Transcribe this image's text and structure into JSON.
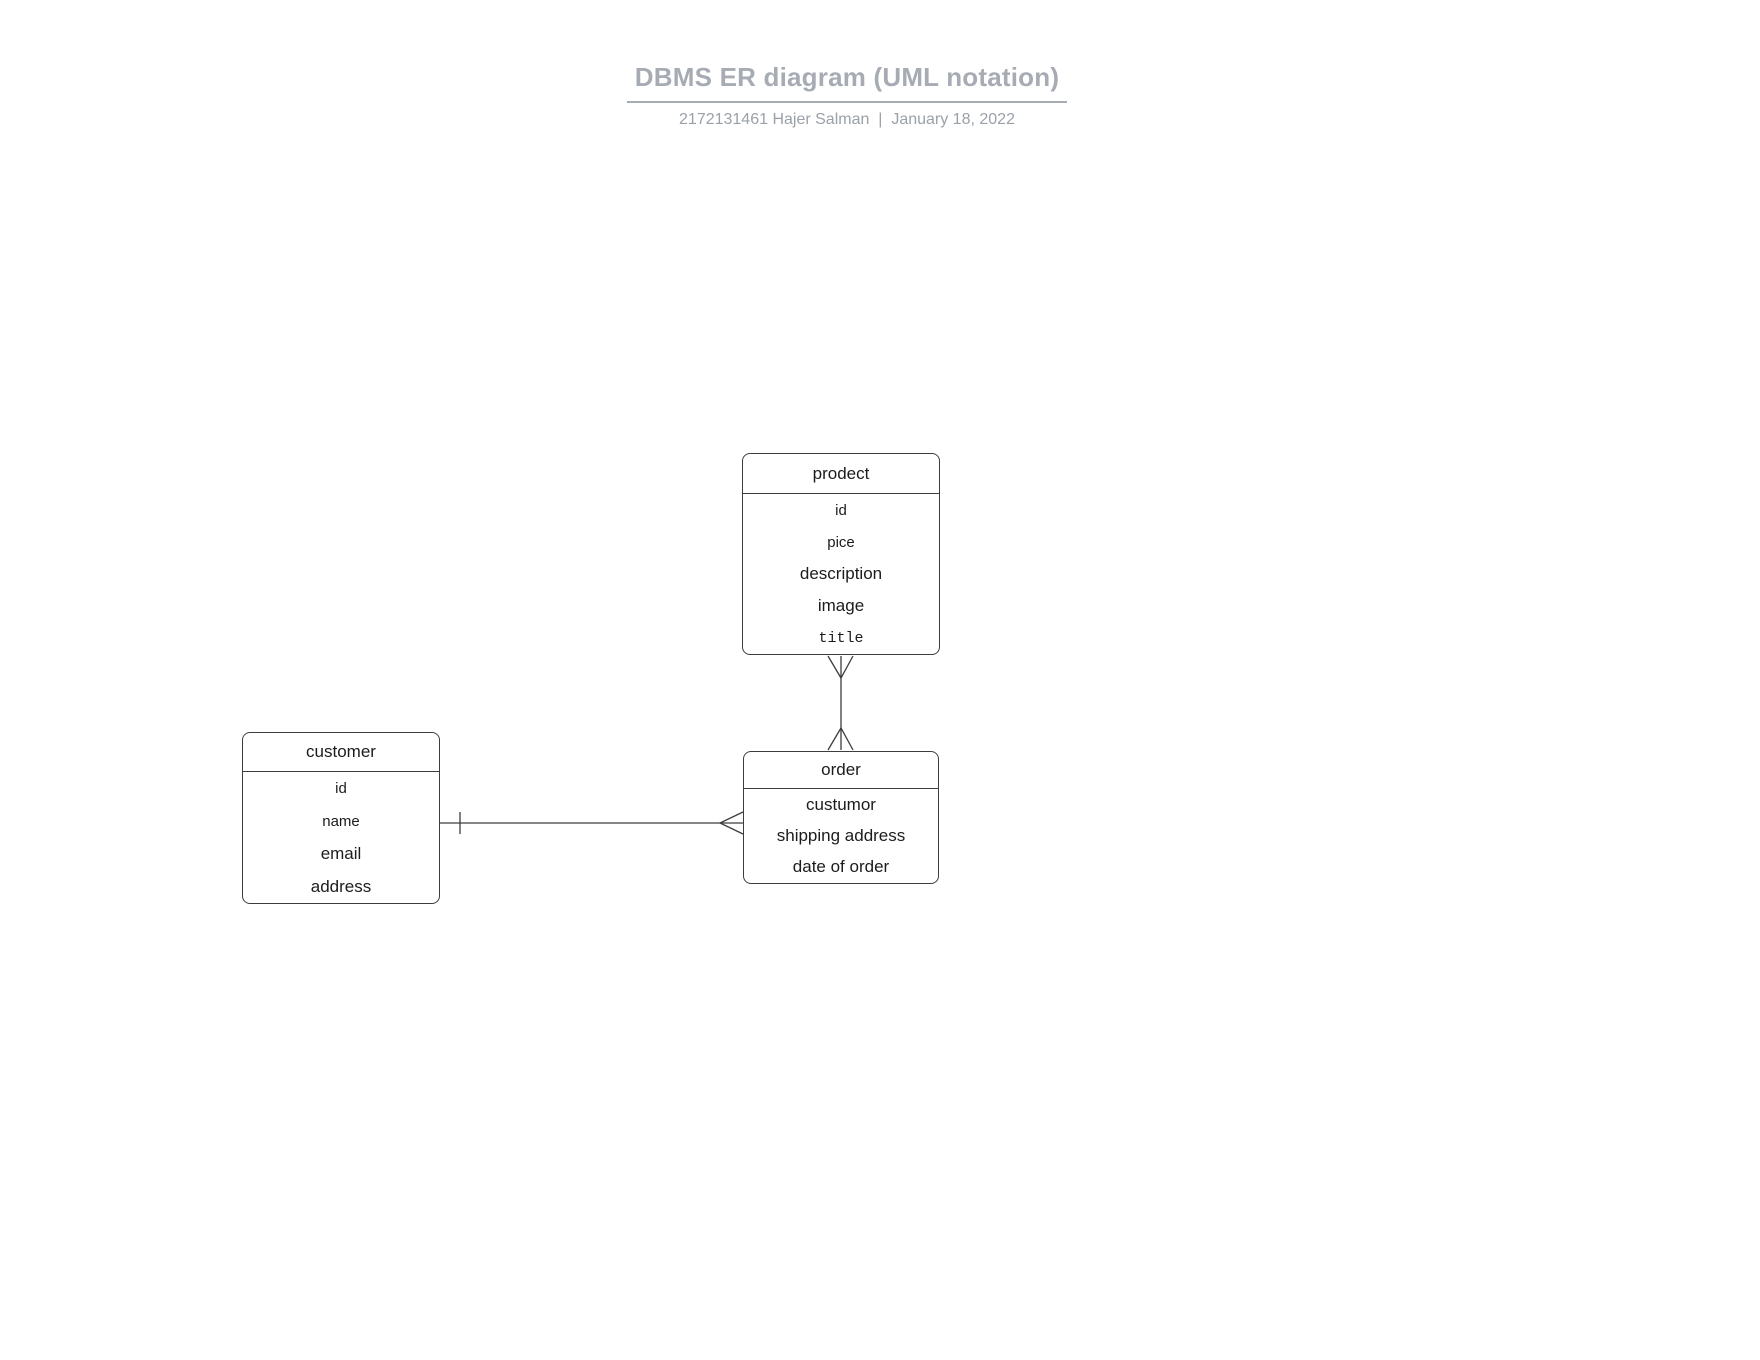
{
  "header": {
    "title": "DBMS ER diagram (UML notation)",
    "subtitle": "2172131461 Hajer Salman  |  January 18, 2022"
  },
  "entities": {
    "prodect": {
      "name": "prodect",
      "fields": [
        {
          "label": "id",
          "style": "plain"
        },
        {
          "label": "pice",
          "style": "plain"
        },
        {
          "label": "description",
          "style": "emphasis"
        },
        {
          "label": "image",
          "style": "emphasis"
        },
        {
          "label": "title",
          "style": "mono"
        }
      ]
    },
    "customer": {
      "name": "customer",
      "fields": [
        {
          "label": "id",
          "style": "plain"
        },
        {
          "label": "name",
          "style": "plain"
        },
        {
          "label": "email",
          "style": "emphasis"
        },
        {
          "label": "address",
          "style": "emphasis"
        }
      ]
    },
    "order": {
      "name": "order",
      "fields": [
        {
          "label": "custumor",
          "style": "emphasis"
        },
        {
          "label": "shipping address",
          "style": "emphasis"
        },
        {
          "label": "date of order",
          "style": "emphasis"
        }
      ]
    }
  },
  "relationships": [
    {
      "id": "customer-order",
      "from": "customer",
      "to": "order",
      "from_cardinality": "one",
      "to_cardinality": "many",
      "notation": "one tick at customer side, crow's foot at order side"
    },
    {
      "id": "prodect-order",
      "from": "prodect",
      "to": "order",
      "from_cardinality": "many",
      "to_cardinality": "many",
      "notation": "crow's foot at both ends"
    }
  ],
  "colors": {
    "background": "#ffffff",
    "title_gray": "#a7acb4",
    "subtitle_gray": "#9aa1a9",
    "line": "#3d3d3d",
    "text": "#1c1c1c"
  }
}
